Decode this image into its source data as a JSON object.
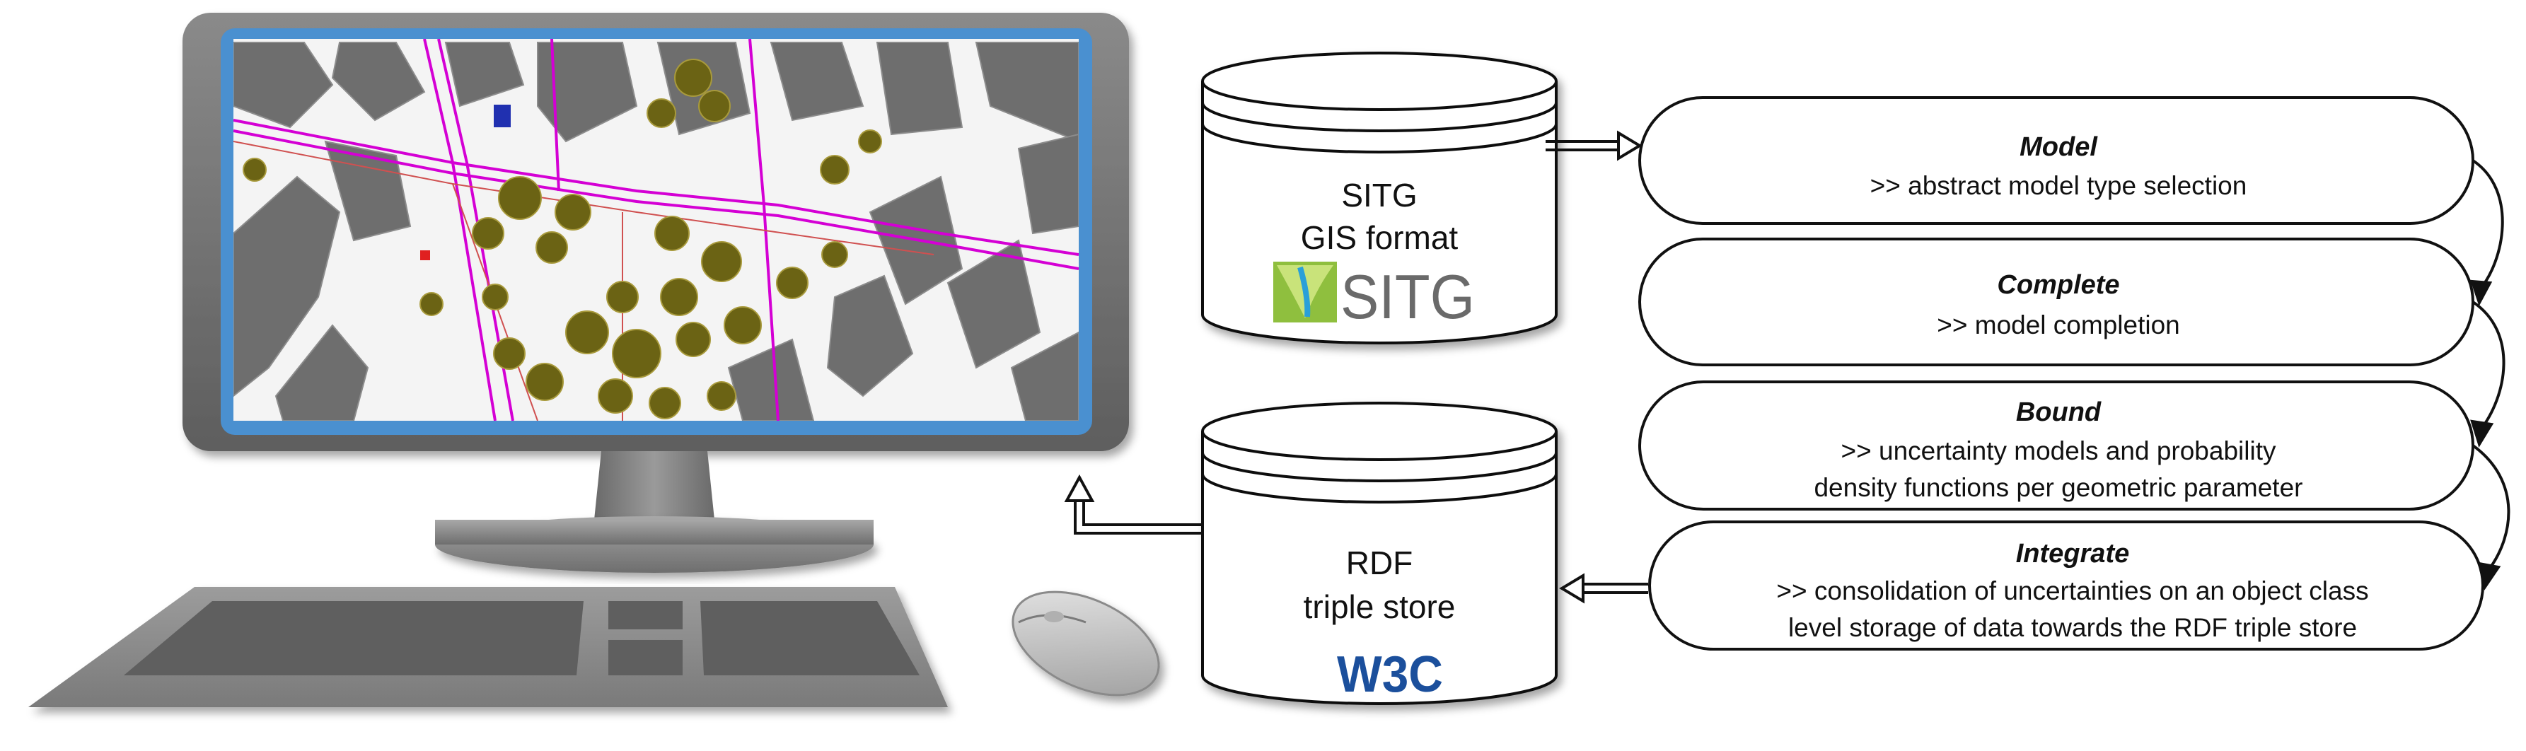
{
  "databases": {
    "sitg": {
      "line1": "SITG",
      "line2": "GIS format",
      "logo_text": "SITG"
    },
    "rdf": {
      "line1": "RDF",
      "line2": "triple store",
      "logo_text": "W3C"
    }
  },
  "steps": [
    {
      "title": "Model",
      "lines": [
        ">>  abstract model type selection"
      ]
    },
    {
      "title": "Complete",
      "lines": [
        ">>  model completion"
      ]
    },
    {
      "title": "Bound",
      "lines": [
        ">>  uncertainty models and probability",
        "density functions per geometric parameter"
      ]
    },
    {
      "title": "Integrate",
      "lines": [
        ">> consolidation of uncertainties on an object class",
        "level storage of data towards the RDF triple store"
      ]
    }
  ],
  "colors": {
    "monitor_frame": "#7a7a7a",
    "screen_border": "#4a90d0",
    "map_building": "#6e6e6e",
    "map_tree": "#6b6314",
    "map_road": "#d400d4",
    "w3c_blue": "#1b4f9c"
  },
  "icons": {
    "computer": "desktop-computer-icon",
    "mouse": "computer-mouse-icon"
  }
}
